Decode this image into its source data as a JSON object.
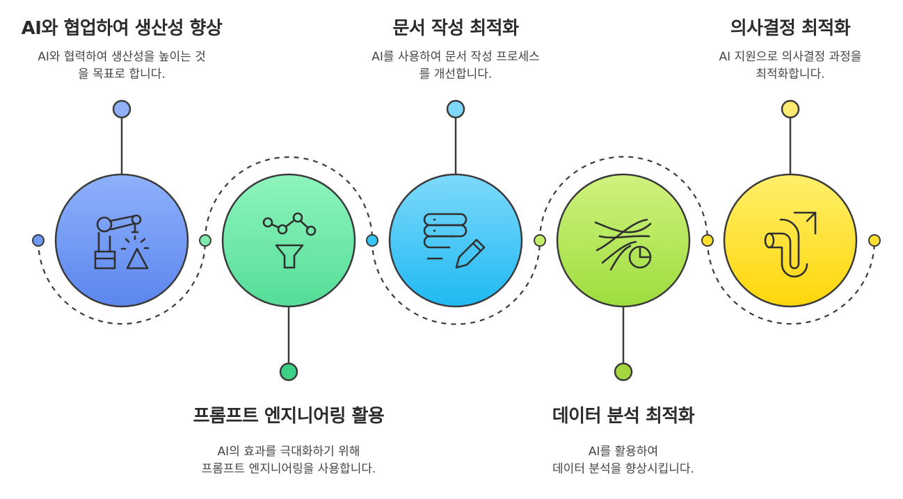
{
  "steps": [
    {
      "title": "AI와 협업하여 생산성 향상",
      "description": "AI와 협력하여 생산성을 높이는 것\n을 목표로 합니다.",
      "icon": "robot-arm-icon",
      "color": "#6e99f5",
      "node_color": "#8fb0f7"
    },
    {
      "title": "프롬프트 엔지니어링 활용",
      "description": "AI의 효과를 극대화하기 위해\n프롬프트 엔지니어링을 사용합니다.",
      "icon": "funnel-graph-icon",
      "color": "#6fe8a8",
      "node_color": "#3ecf86"
    },
    {
      "title": "문서 작성 최적화",
      "description": "AI를 사용하여 문서 작성 프로세스\n를 개선합니다.",
      "icon": "document-pencil-icon",
      "color": "#3ac6f5",
      "node_color": "#7fd8f8"
    },
    {
      "title": "데이터 분석 최적화",
      "description": "AI를 활용하여\n데이터 분석을 향상시킵니다.",
      "icon": "data-flow-pie-icon",
      "color": "#b4e85a",
      "node_color": "#a5d640"
    },
    {
      "title": "의사결정 최적화",
      "description": "AI 지원으로 의사결정 과정을\n최적화합니다.",
      "icon": "path-arrow-icon",
      "color": "#ffe02e",
      "node_color": "#fdea72"
    }
  ]
}
